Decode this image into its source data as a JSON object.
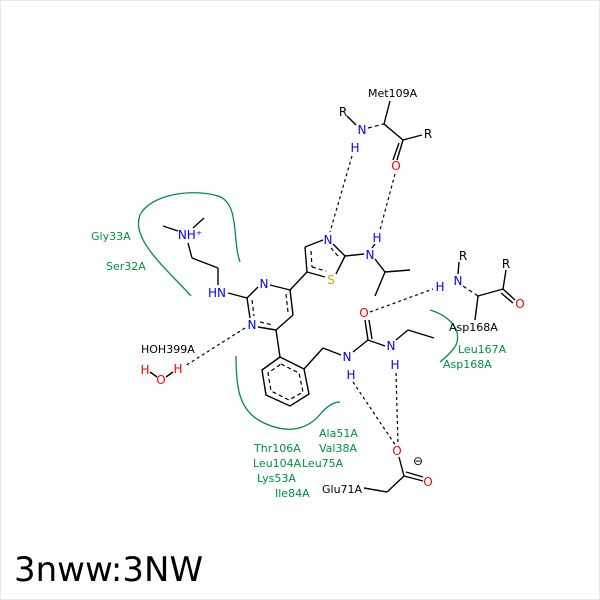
{
  "title": "3nww:3NW",
  "residues": {
    "met109": "Met109A",
    "asp168_backbone": "Asp168A",
    "glu71": "Glu71A",
    "water": "HOH399A"
  },
  "hydrophobic_labels": {
    "gly33": "Gly33A",
    "ser32": "Ser32A",
    "leu167": "Leu167A",
    "asp168": "Asp168A",
    "ala51": "Ala51A",
    "val38": "Val38A",
    "thr106": "Thr106A",
    "leu104": "Leu104A",
    "leu75": "Leu75A",
    "lys53": "Lys53A",
    "ile84": "Ile84A"
  },
  "atoms": {
    "R": "R",
    "N": "N",
    "H": "H",
    "O": "O",
    "S": "S",
    "HN": "HN",
    "NHplus": "NH⁺",
    "minus": "⊖"
  },
  "colors": {
    "hydrophobic": "#009040",
    "nitrogen": "#0000ff",
    "oxygen": "#ff0000",
    "sulfur": "#e6a000"
  }
}
